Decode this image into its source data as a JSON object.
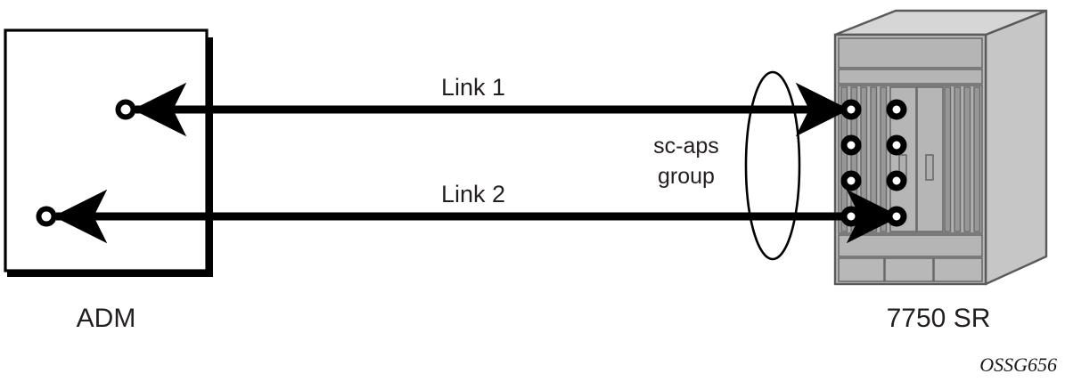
{
  "figure": {
    "caption": "OSSG656",
    "background_color": "#ffffff",
    "line_color": "#000000",
    "text_color": "#231f20"
  },
  "nodes": [
    {
      "id": "adm",
      "label": "ADM",
      "shape": "rectangle",
      "icon": "adm-box-icon"
    },
    {
      "id": "sr",
      "label": "7750 SR",
      "shape": "chassis",
      "icon": "router-chassis-icon",
      "chassis": {
        "front_color": "#b8b8b8",
        "top_color": "#d4d4d4",
        "side_color": "#c6c6c6",
        "slot_color": "#9a9a9a",
        "outline_color": "#5a5a5a",
        "port_fill": "#ffffff",
        "port_stroke": "#000000",
        "port_rows": 4,
        "port_columns": 2,
        "port_count": 8,
        "fan_trays": 3,
        "card_handles": 2
      }
    }
  ],
  "links": [
    {
      "id": "link1",
      "label": "Link 1",
      "from": "sr",
      "to": "adm",
      "direction": "bidirectional",
      "sr_port": "row1-col1",
      "adm_port": "upper"
    },
    {
      "id": "link2",
      "label": "Link 2",
      "from": "sr",
      "to": "adm",
      "direction": "bidirectional",
      "sr_port": "row4-col2",
      "adm_port": "lower"
    }
  ],
  "groups": [
    {
      "id": "scaps",
      "label_line1": "sc-aps",
      "label_line2": "group",
      "shape": "ellipse",
      "encircles": [
        "link1",
        "link2"
      ]
    }
  ]
}
